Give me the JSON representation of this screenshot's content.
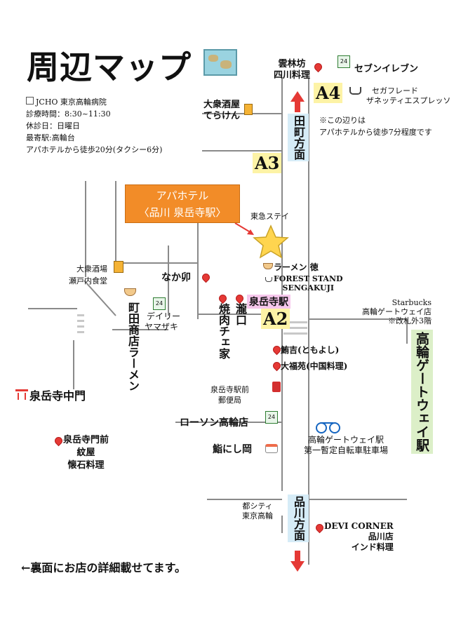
{
  "title": "周辺マップ",
  "hospital": {
    "name": "JCHO 東京高輪病院",
    "hours": "診療時間：8:30~11:30",
    "closed": "休診日：日曜日",
    "nearest": "最寄駅:高輪台",
    "access": "アパホテルから徒歩20分(タクシー6分)"
  },
  "hotel": {
    "line1": "アパホテル",
    "line2": "〈品川 泉岳寺駅〉"
  },
  "exits": {
    "a2": "A2",
    "a3": "A3",
    "a4": "A4"
  },
  "station": "泉岳寺駅",
  "directions": {
    "tamachi": "田町方面",
    "shinagawa": "品川方面"
  },
  "gateway": "高輪ゲートウェイ駅",
  "note": {
    "line1": "※この辺りは",
    "line2": "アパホテルから徒歩7分程度です"
  },
  "places": {
    "unrinbo": "雲林坊",
    "unrinbo_sub": "四川料理",
    "seven": "セブンイレブン",
    "segafredo1": "セガフレード",
    "segafredo2": "ザネッティエスプレッソ",
    "taishu1_a": "大衆酒屋",
    "taishu1_b": "てらけん",
    "tokyu_stay": "東急ステイ",
    "taishu2_a": "大衆酒場",
    "taishu2_b": "瀬戸内食堂",
    "nakau": "なか卯",
    "ramen_toku": "ラーメン 徳",
    "forest1": "FOREST STAND",
    "forest2": "SENGAKUJI",
    "starbucks1": "Starbucks",
    "starbucks2": "高輪ゲートウェイ店",
    "starbucks3": "※改札外3階",
    "machida": "町田商店ラーメン",
    "daily": "デイリー",
    "yamazaki": "ヤマザキ",
    "yakiniku": "焼肉チェ家",
    "takiguchi": "瀧口",
    "tomoyoshi": "鮪吉(ともよし)",
    "daifukuen": "大福苑(中国料理)",
    "chumon": "泉岳寺中門",
    "post1": "泉岳寺駅前",
    "post2": "郵便局",
    "lawson": "ローソン高輪店",
    "sushi": "鮨にし岡",
    "bike1": "高輪ゲートウェイ駅",
    "bike2": "第一暫定自転車駐車場",
    "monya1": "泉岳寺門前",
    "monya2": "紋屋",
    "monya3": "懐石料理",
    "miyako1": "都シティ",
    "miyako2": "東京高輪",
    "devi1": "DEVI CORNER",
    "devi2": "品川店",
    "devi3": "インド料理"
  },
  "footer": "←裏面にお店の詳細載せてます。"
}
